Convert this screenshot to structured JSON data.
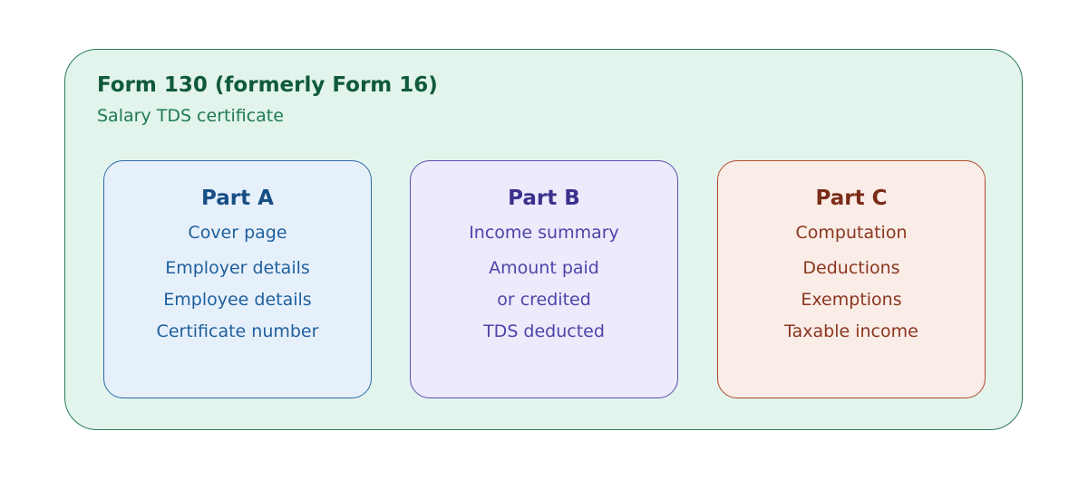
{
  "form": {
    "title": "Form 130 (formerly Form 16)",
    "subtitle": "Salary TDS certificate"
  },
  "parts": [
    {
      "title": "Part A",
      "lines": [
        "Cover page",
        "Employer details",
        "Employee details",
        "Certificate number"
      ]
    },
    {
      "title": "Part B",
      "lines": [
        "Income summary",
        "Amount paid",
        "or credited",
        "TDS deducted"
      ]
    },
    {
      "title": "Part C",
      "lines": [
        "Computation",
        "Deductions",
        "Exemptions",
        "Taxable income"
      ]
    }
  ],
  "colors": {
    "outer_fill": "#e2f4ec",
    "outer_border": "#2e7d5b",
    "part_a_fill": "#e6f0fb",
    "part_b_fill": "#eceafb",
    "part_c_fill": "#faece6"
  }
}
